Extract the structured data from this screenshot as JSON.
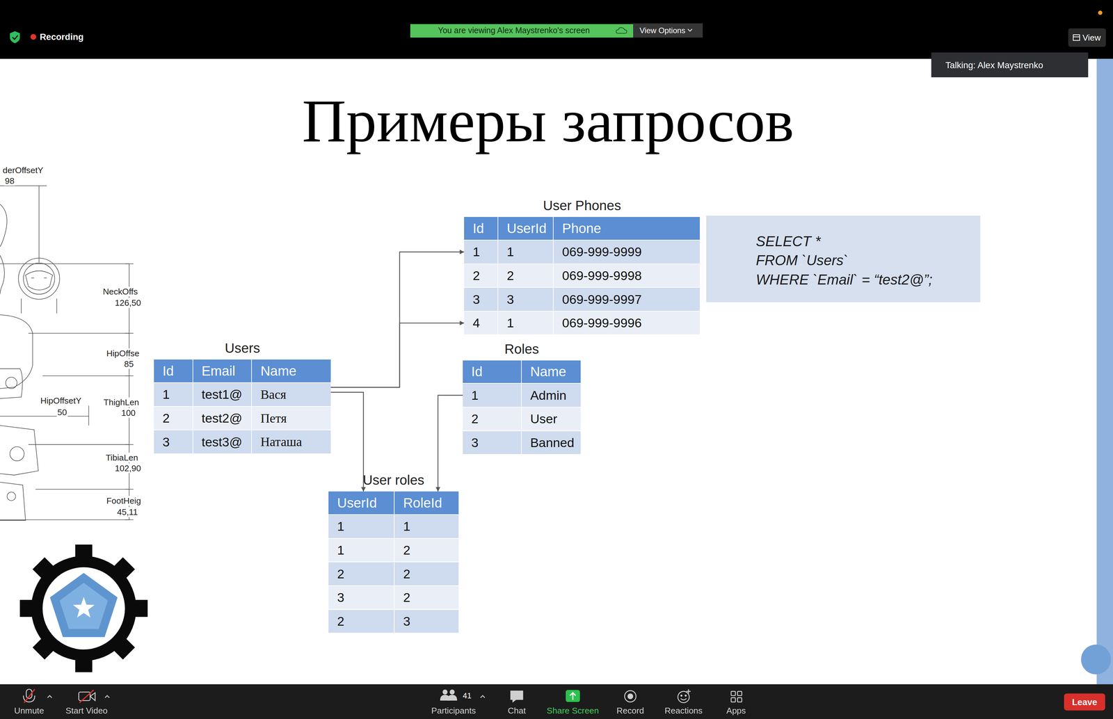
{
  "diagram": {
    "title": "Примеры запросов",
    "nodes": [
      {
        "text": [
          "Users"
        ]
      },
      {
        "text": [
          "Id",
          "Email",
          "Name"
        ],
        "in": 0
      },
      {
        "text": [
          "1",
          "test1@",
          "Вася"
        ],
        "in": 0
      },
      {
        "text": [
          "2",
          "test2@",
          "Петя"
        ],
        "in": 0
      },
      {
        "text": [
          "3",
          "test3@",
          "Наташа"
        ],
        "in": 0
      },
      {
        "text": [
          "User Phones"
        ]
      },
      {
        "text": [
          "Id",
          "UserId",
          "Phone"
        ],
        "in": 5
      },
      {
        "text": [
          "1",
          "1",
          "069-999-9999"
        ],
        "in": 5
      },
      {
        "text": [
          "2",
          "2",
          "069-999-9998"
        ],
        "in": 5
      },
      {
        "text": [
          "3",
          "3",
          "069-999-9997"
        ],
        "in": 5
      },
      {
        "text": [
          "4",
          "1",
          "069-999-9996"
        ],
        "in": 5
      },
      {
        "text": [
          "Roles"
        ]
      },
      {
        "text": [
          "Id",
          "Name"
        ],
        "in": 11
      },
      {
        "text": [
          "1",
          "Admin"
        ],
        "in": 11
      },
      {
        "text": [
          "2",
          "User"
        ],
        "in": 11
      },
      {
        "text": [
          "3",
          "Banned"
        ],
        "in": 11
      },
      {
        "text": [
          "User roles"
        ]
      },
      {
        "text": [
          "UserId",
          "RoleId"
        ],
        "in": 16
      },
      {
        "text": [
          "1",
          "1"
        ],
        "in": 16
      },
      {
        "text": [
          "1",
          "2"
        ],
        "in": 16
      },
      {
        "text": [
          "2",
          "2"
        ],
        "in": 16
      },
      {
        "text": [
          "3",
          "2"
        ],
        "in": 16
      },
      {
        "text": [
          "2",
          "3"
        ],
        "in": 16
      },
      {
        "text": [
          "SELECT *",
          "FROM `Users`",
          "WHERE `Email` = “test2@”;"
        ]
      }
    ],
    "edges": [
      {
        "from": 2,
        "to": 7,
        "arrow": "to"
      },
      {
        "from": 2,
        "to": 10,
        "arrow": "to"
      },
      {
        "from": 2,
        "to": 17,
        "arrow": "to"
      },
      {
        "from": 13,
        "to": 17,
        "arrow": "to"
      }
    ],
    "labels": [
      "Recording",
      "You are viewing Alex Maystrenko's screen",
      "View Options",
      "View",
      "Talking: Alex Maystrenko",
      "derOffsetY",
      "98",
      "NeckOffs",
      "126,50",
      "HipOffse",
      "85",
      "HipOffsetY",
      "50",
      "ThighLen",
      "100",
      "TibiaLen",
      "102,90",
      "FootHeig",
      "45,11",
      "Unmute",
      "Start Video",
      "41",
      "Participants",
      "Chat",
      "Share Screen",
      "Record",
      "Reactions",
      "Apps",
      "Leave"
    ]
  }
}
